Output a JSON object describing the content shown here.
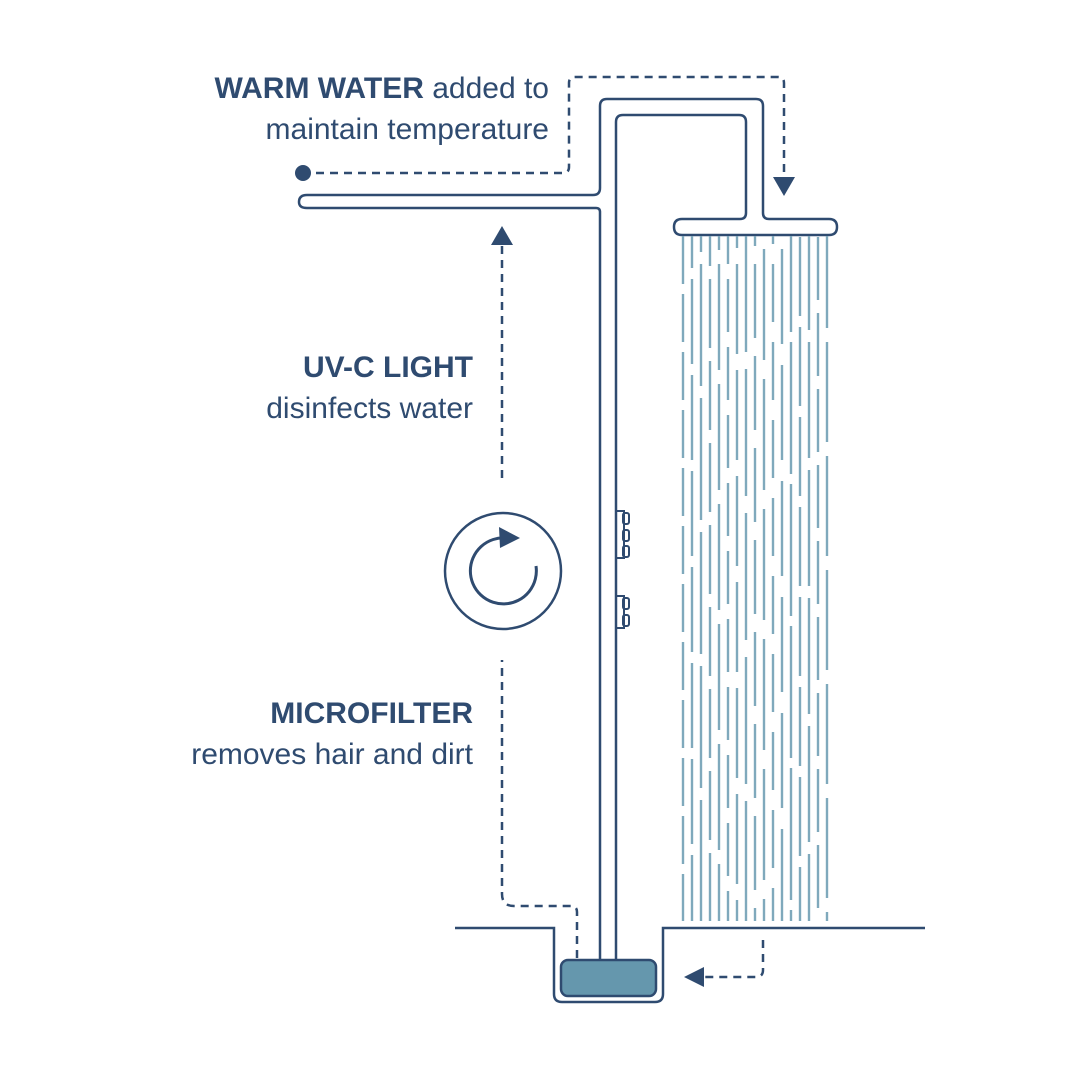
{
  "labels": {
    "warm_water": {
      "title": "WARM WATER",
      "rest": "added to",
      "line2": "maintain temperature"
    },
    "uv_c": {
      "title": "UV-C LIGHT",
      "line2": "disinfects water"
    },
    "microfilter": {
      "title": "MICROFILTER",
      "line2": "removes hair and dirt"
    }
  },
  "icons": {
    "recirculation": "circular-arrow-icon",
    "flow_arrows": "triangle-arrow-icon"
  },
  "colors": {
    "outline": "#2f4b70",
    "water": "#7fa9bc",
    "filter": "#6597ad",
    "background": "#ffffff"
  }
}
